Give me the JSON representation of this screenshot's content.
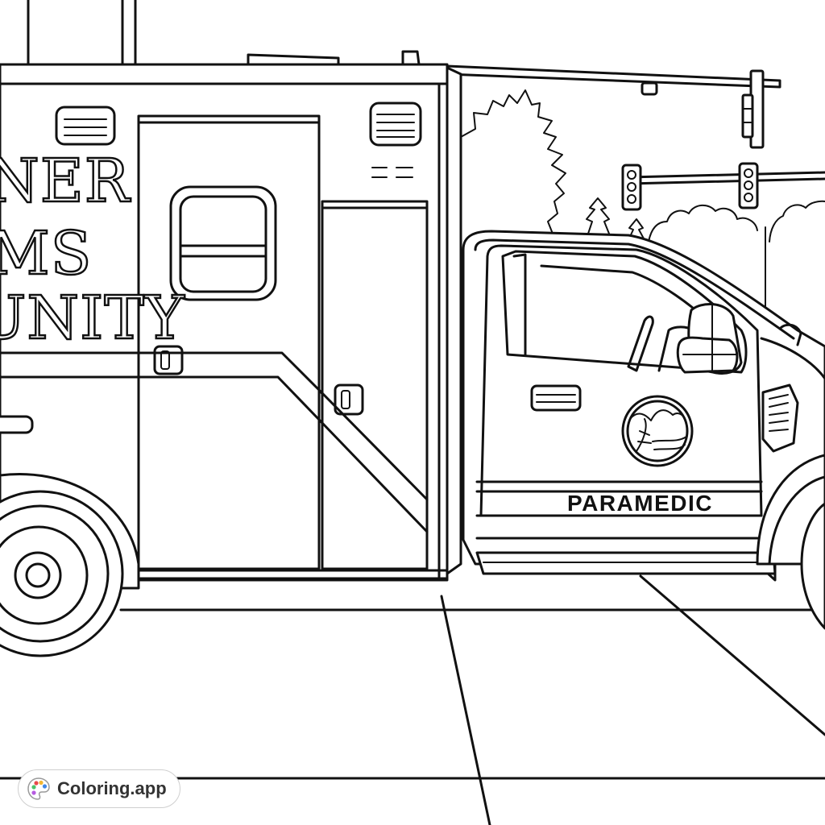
{
  "ambulance": {
    "side_text_line1": "NER",
    "side_text_line2": "MS",
    "side_text_line3": "UNITY",
    "door_text": "PARAMEDIC"
  },
  "watermark": {
    "label": "Coloring.app",
    "icon": "palette-icon"
  },
  "colors": {
    "line": "#111111",
    "background": "#ffffff"
  }
}
